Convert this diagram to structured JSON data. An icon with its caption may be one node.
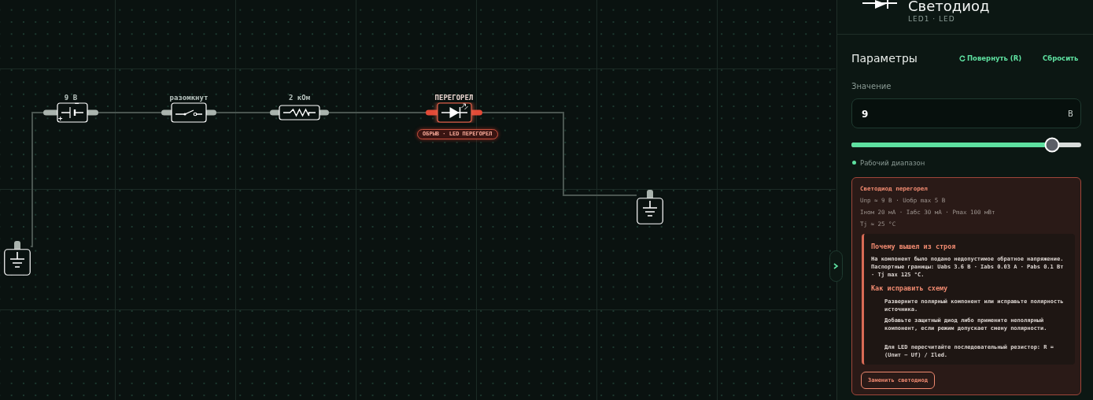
{
  "diagram": {
    "nodes": [
      {
        "text": [
          "9 В"
        ]
      },
      {
        "text": [
          "разомкнут"
        ]
      },
      {
        "text": [
          "2 кОм"
        ]
      },
      {
        "text": [
          "ПЕРЕГОРЕЛ"
        ],
        "beside": [
          "ОБРЫВ · LED ПЕРЕГОРЕЛ"
        ]
      },
      {
        "text": [],
        "shape": "box"
      },
      {
        "text": [],
        "shape": "box"
      }
    ],
    "edges": [
      {
        "from": 5,
        "to": 0,
        "arrow": "none"
      },
      {
        "from": 0,
        "to": 1,
        "arrow": "none"
      },
      {
        "from": 1,
        "to": 2,
        "arrow": "none"
      },
      {
        "from": 2,
        "to": 3,
        "arrow": "none"
      },
      {
        "from": 3,
        "to": 4,
        "arrow": "none"
      }
    ],
    "labels": [
      "+",
      "−",
      "Светодиод",
      "LED1 · LED",
      "Параметры",
      "Повернуть (R)",
      "Сбросить",
      "Значение",
      "9",
      "В",
      "Рабочий диапазон",
      "Светодиод перегорел",
      "Uпр ≈ 9 В · Uобр max 5 В",
      "Iном 20 мА · Iабс 30 мА · Pmax 100 мВт",
      "Tj ≈ 25 °C",
      "Почему вышел из строя",
      "На компонент было подано недопустимое обратное напряжение. Паспортные границы: Uabs 3.6 В · Iabs 0.03 A · Pabs 0.1 Вт · Tj max 125 °C.",
      "Как исправить схему",
      "Разверните полярный компонент или исправьте полярность источника.",
      "Добавьте защитный диод либо примените неполярный компонент, если режим допускает смену полярности.",
      "Для LED пересчитайте последовательный резистор: R = (Uпит − Uf) / Iled.",
      "Заменить светодиод"
    ]
  }
}
